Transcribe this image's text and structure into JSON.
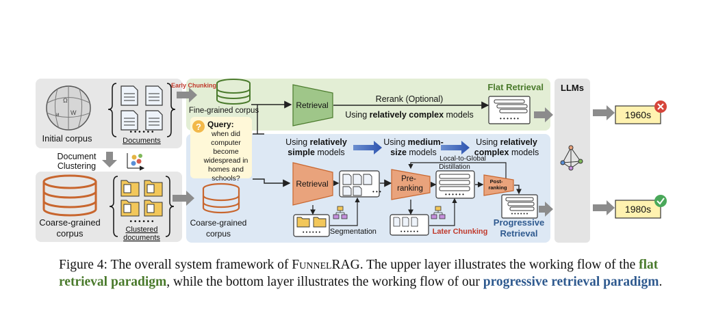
{
  "left": {
    "initial_corpus": "Initial corpus",
    "documents": "Documents",
    "doc_clustering_1": "Document",
    "doc_clustering_2": "Clustering",
    "coarse_corpus_1": "Coarse-grained",
    "coarse_corpus_2": "corpus",
    "clustered_1": "Clustered",
    "clustered_2": "documents"
  },
  "top": {
    "early_chunking": "Early Chunking",
    "fine_corpus": "Fine-grained corpus",
    "retrieval": "Retrieval",
    "rerank": "Rerank (Optional)",
    "using_prefix": "Using ",
    "using_bold": "relatively complex",
    "using_suffix": " models",
    "flat_title": "Flat Retrieval"
  },
  "query": {
    "title": "Query:",
    "lines": [
      "when did",
      "computer",
      "become",
      "widespread in",
      "homes and",
      "schools?"
    ]
  },
  "bottom": {
    "coarse_1": "Coarse-grained",
    "coarse_2": "corpus",
    "using1_a": "Using ",
    "using1_b": "relatively",
    "using1_c": "simple",
    "using1_d": " models",
    "using2_a": "Using ",
    "using2_b": "medium-",
    "using2_c": "size",
    "using2_d": " models",
    "using3_a": "Using ",
    "using3_b": "relatively",
    "using3_c": "complex",
    "using3_d": " models",
    "retrieval": "Retrieval",
    "pre_ranking_1": "Pre-",
    "pre_ranking_2": "ranking",
    "post_ranking_1": "Post-",
    "post_ranking_2": "ranking",
    "distill_1": "Local-to-Global",
    "distill_2": "Distillation",
    "segmentation": "Segmentation",
    "later_chunking": "Later Chunking",
    "prog_1": "Progressive",
    "prog_2": "Retrieval"
  },
  "llm": {
    "title": "LLMs",
    "answer_top": "1960s",
    "answer_bottom": "1980s"
  },
  "caption": {
    "p1": "Figure 4: The overall system framework of ",
    "name": "FunnelRAG",
    "p2": ". The upper layer illustrates the working flow of the ",
    "flat": "flat retrieval paradigm",
    "p3": ", while the bottom  layer illustrates the  working flow  of our ",
    "prog": "progressive retrieval paradigm",
    "p4": "."
  },
  "colors": {
    "green_bg": "#e3eed5",
    "blue_bg": "#dde8f4",
    "gray_bg": "#e7e7e7",
    "green_accent": "#4a7a2c",
    "blue_accent": "#2f5a8f",
    "retrieval_orange": "#e9a37c",
    "retrieval_green": "#9fc689",
    "answer_yellow": "#fff2b0"
  }
}
